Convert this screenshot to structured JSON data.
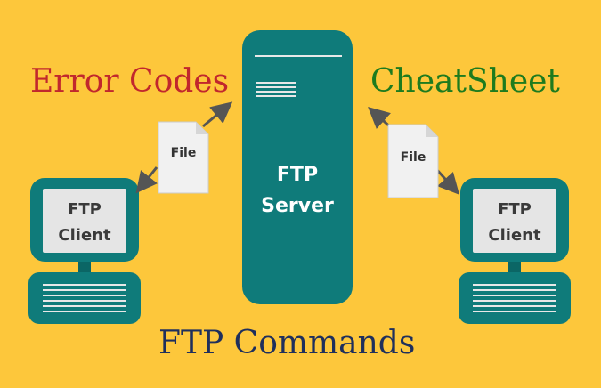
{
  "headings": {
    "left": "Error Codes",
    "right": "CheatSheet",
    "bottom": "FTP Commands"
  },
  "server": {
    "line1": "FTP",
    "line2": "Server"
  },
  "client_left": {
    "line1": "FTP",
    "line2": "Client"
  },
  "client_right": {
    "line1": "FTP",
    "line2": "Client"
  },
  "file_left": {
    "label": "File"
  },
  "file_right": {
    "label": "File"
  },
  "colors": {
    "background": "#fdc73b",
    "teal": "#0f7b7a",
    "teal_dark": "#0b6665",
    "screen": "#e5e5e5",
    "red_heading": "#c1272d",
    "green_heading": "#1e7b1e",
    "navy_heading": "#1f2f5c",
    "arrow": "#555555",
    "document": "#f1f1f1"
  }
}
